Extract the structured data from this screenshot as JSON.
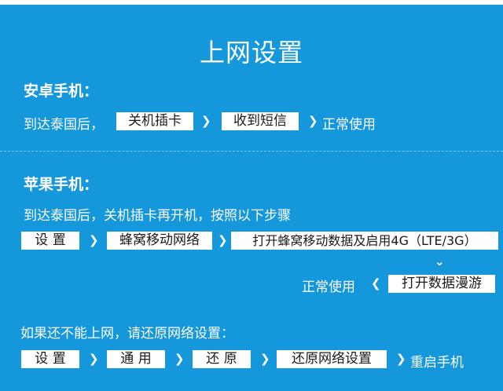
{
  "title": "上网设置",
  "android": {
    "heading": "安卓手机：",
    "intro": "到达泰国后，",
    "step1": "关机插卡",
    "step2": "收到短信",
    "tail": "正常使用"
  },
  "apple": {
    "heading": "苹果手机：",
    "intro": "到达泰国后，关机插卡再开机，按照以下步骤",
    "step1": "设 置",
    "step2": "蜂窝移动网络",
    "step3": "打开蜂窝移动数据及启用4G（LTE/3G）",
    "step4": "打开数据漫游",
    "tail": "正常使用"
  },
  "fallback": {
    "intro": "如果还不能上网，请还原网络设置：",
    "step1": "设 置",
    "step2": "通 用",
    "step3": "还 原",
    "step4": "还原网络设置",
    "tail": "重启手机"
  },
  "icons": {
    "arrow_right": "chevron-right-icon",
    "arrow_left": "chevron-left-icon",
    "arrow_down": "chevron-down-icon"
  },
  "colors": {
    "background": "#1597dc",
    "box": "#ffffff",
    "box_text": "#1a1a1a"
  }
}
